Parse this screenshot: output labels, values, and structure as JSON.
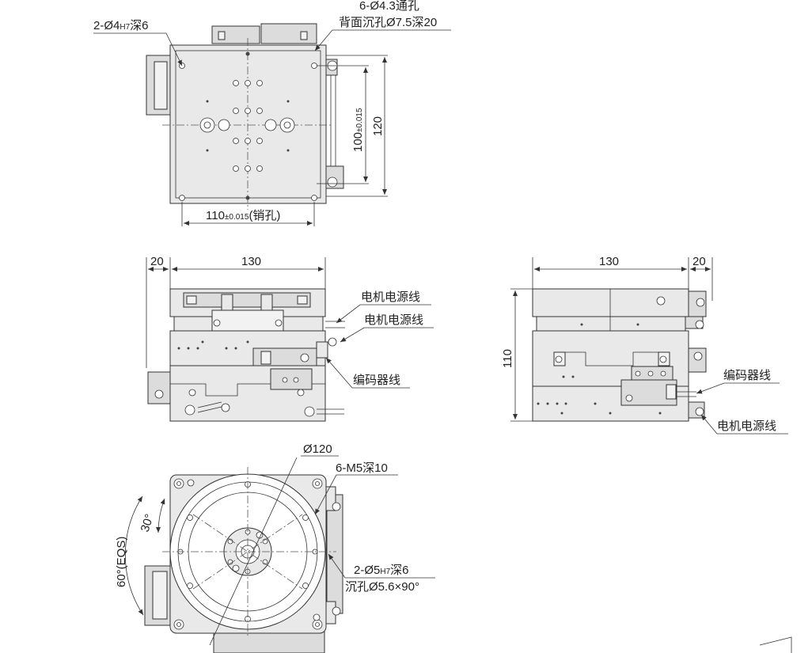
{
  "top_view": {
    "label_pin_holes": "2-Ø4",
    "label_pin_holes_tol": "H7",
    "label_pin_holes_depth": "深6",
    "label_through_holes": "6-Ø4.3通孔",
    "label_counterbore": "背面沉孔Ø7.5深20",
    "dim_pin_pitch": "110",
    "dim_pin_pitch_tol": "±0.015",
    "dim_pin_pitch_note": "(销孔)",
    "dim_vertical_pitch": "100",
    "dim_vertical_pitch_tol": "±0.015",
    "dim_height": "120"
  },
  "front_view": {
    "dim_left_offset": "20",
    "dim_width": "130",
    "label_motor_power_1": "电机电源线",
    "label_motor_power_2": "电机电源线",
    "label_encoder": "编码器线"
  },
  "side_view": {
    "dim_width": "130",
    "dim_right_offset": "20",
    "dim_height": "110",
    "label_encoder": "编码器线",
    "label_motor_power": "电机电源线"
  },
  "rotary_view": {
    "label_diameter": "Ø120",
    "label_tapped": "6-M5深10",
    "label_angle_30": "30°",
    "label_angle_60": "60°(EQS)",
    "label_pin_hole": "2-Ø5",
    "label_pin_hole_tol": "H7",
    "label_pin_hole_depth": "深6",
    "label_countersink": "沉孔Ø5.6×90°"
  }
}
